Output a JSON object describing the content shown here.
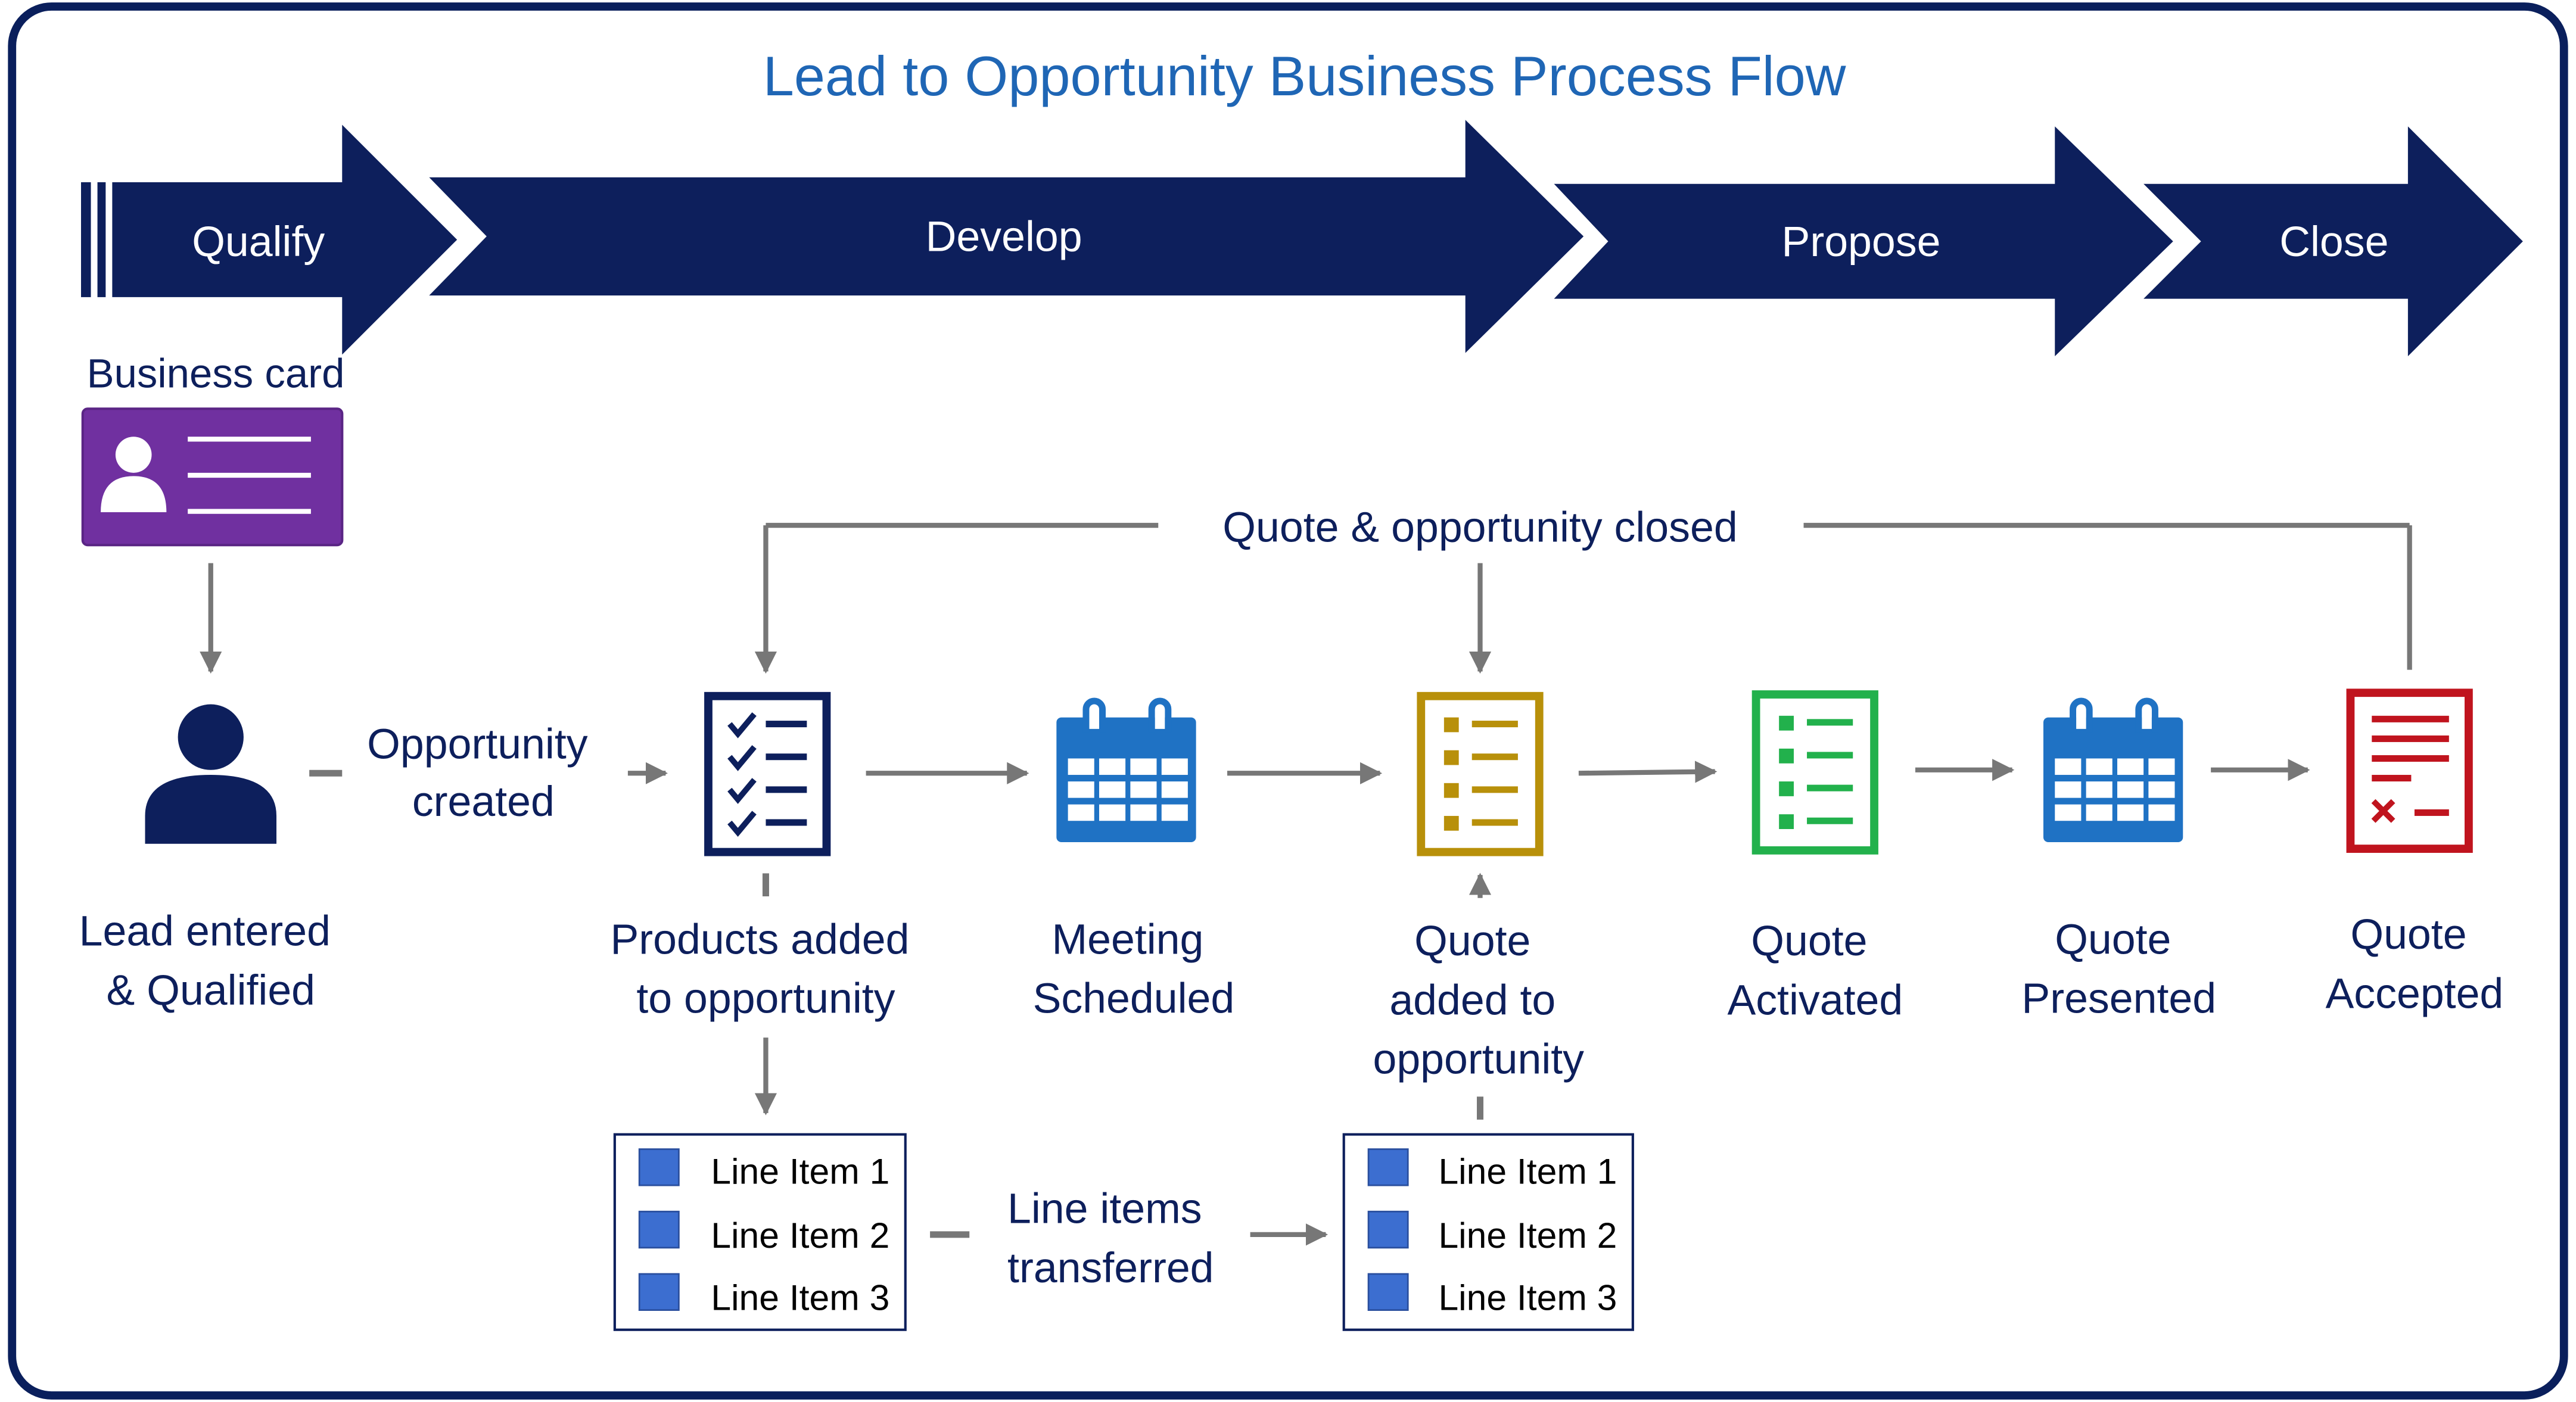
{
  "title": "Lead to Opportunity Business Process Flow",
  "colors": {
    "navy": "#0d1f5c",
    "title_blue": "#1f66b5",
    "border": "#0a1f5c",
    "gray_arrow": "#777777",
    "purple": "#7030a0",
    "blue": "#1f72c4",
    "gold": "#b8900a",
    "green": "#22b14c",
    "red": "#c0141e",
    "line_item_square": "#3c6ed0"
  },
  "stages": {
    "qualify": "Qualify",
    "develop": "Develop",
    "propose": "Propose",
    "close": "Close"
  },
  "business_card": {
    "label": "Business card",
    "icon": "business-card-icon"
  },
  "loop_label": "Quote & opportunity closed",
  "edges": {
    "opportunity_created": [
      "Opportunity",
      "created"
    ],
    "line_items_transferred": [
      "Line items",
      "transferred"
    ]
  },
  "steps": {
    "lead": {
      "label": [
        "Lead entered",
        "& Qualified"
      ],
      "icon": "person-icon"
    },
    "products": {
      "label": [
        "Products added",
        "to opportunity"
      ],
      "icon": "checklist-icon"
    },
    "meeting": {
      "label": [
        "Meeting",
        "Scheduled"
      ],
      "icon": "calendar-icon"
    },
    "quote_added": {
      "label": [
        "Quote",
        "added to",
        "opportunity"
      ],
      "icon": "gold-list-icon"
    },
    "quote_activated": {
      "label": [
        "Quote",
        "Activated"
      ],
      "icon": "green-list-icon"
    },
    "quote_presented": {
      "label": [
        "Quote",
        "Presented"
      ],
      "icon": "calendar-icon"
    },
    "quote_accepted": {
      "label": [
        "Quote",
        "Accepted"
      ],
      "icon": "rejected-document-icon"
    }
  },
  "line_items_left": [
    "Line Item 1",
    "Line Item 2",
    "Line Item 3"
  ],
  "line_items_right": [
    "Line Item 1",
    "Line Item 2",
    "Line Item 3"
  ]
}
